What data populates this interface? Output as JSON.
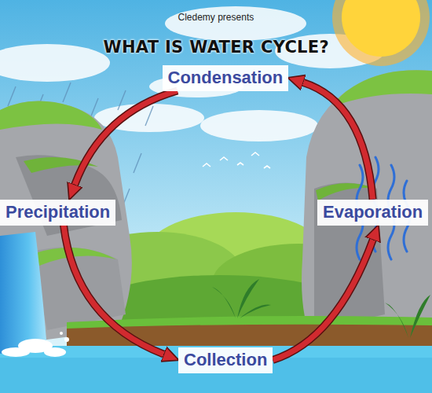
{
  "diagram": {
    "title": "WHAT IS WATER CYCLE?",
    "nodes": [
      {
        "text": [
          "Condensation"
        ]
      },
      {
        "text": [
          "Precipitation"
        ]
      },
      {
        "text": [
          "Evaporation"
        ]
      },
      {
        "text": [
          "Collection"
        ]
      }
    ],
    "edges": [
      {
        "from": 0,
        "to": 1,
        "arrow": "to"
      },
      {
        "from": 1,
        "to": 3,
        "arrow": "to"
      },
      {
        "from": 3,
        "to": 2,
        "arrow": "to"
      },
      {
        "from": 2,
        "to": 0,
        "arrow": "to"
      }
    ],
    "labels": [
      "Cledemy presents"
    ]
  }
}
